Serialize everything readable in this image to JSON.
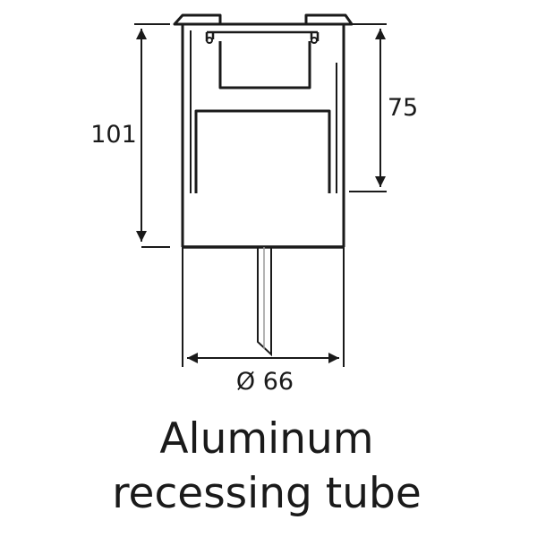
{
  "dimensions": {
    "total_height": "101",
    "body_height": "75",
    "diameter": "Ø 66"
  },
  "caption": {
    "line1": "Aluminum",
    "line2": "recessing tube"
  }
}
